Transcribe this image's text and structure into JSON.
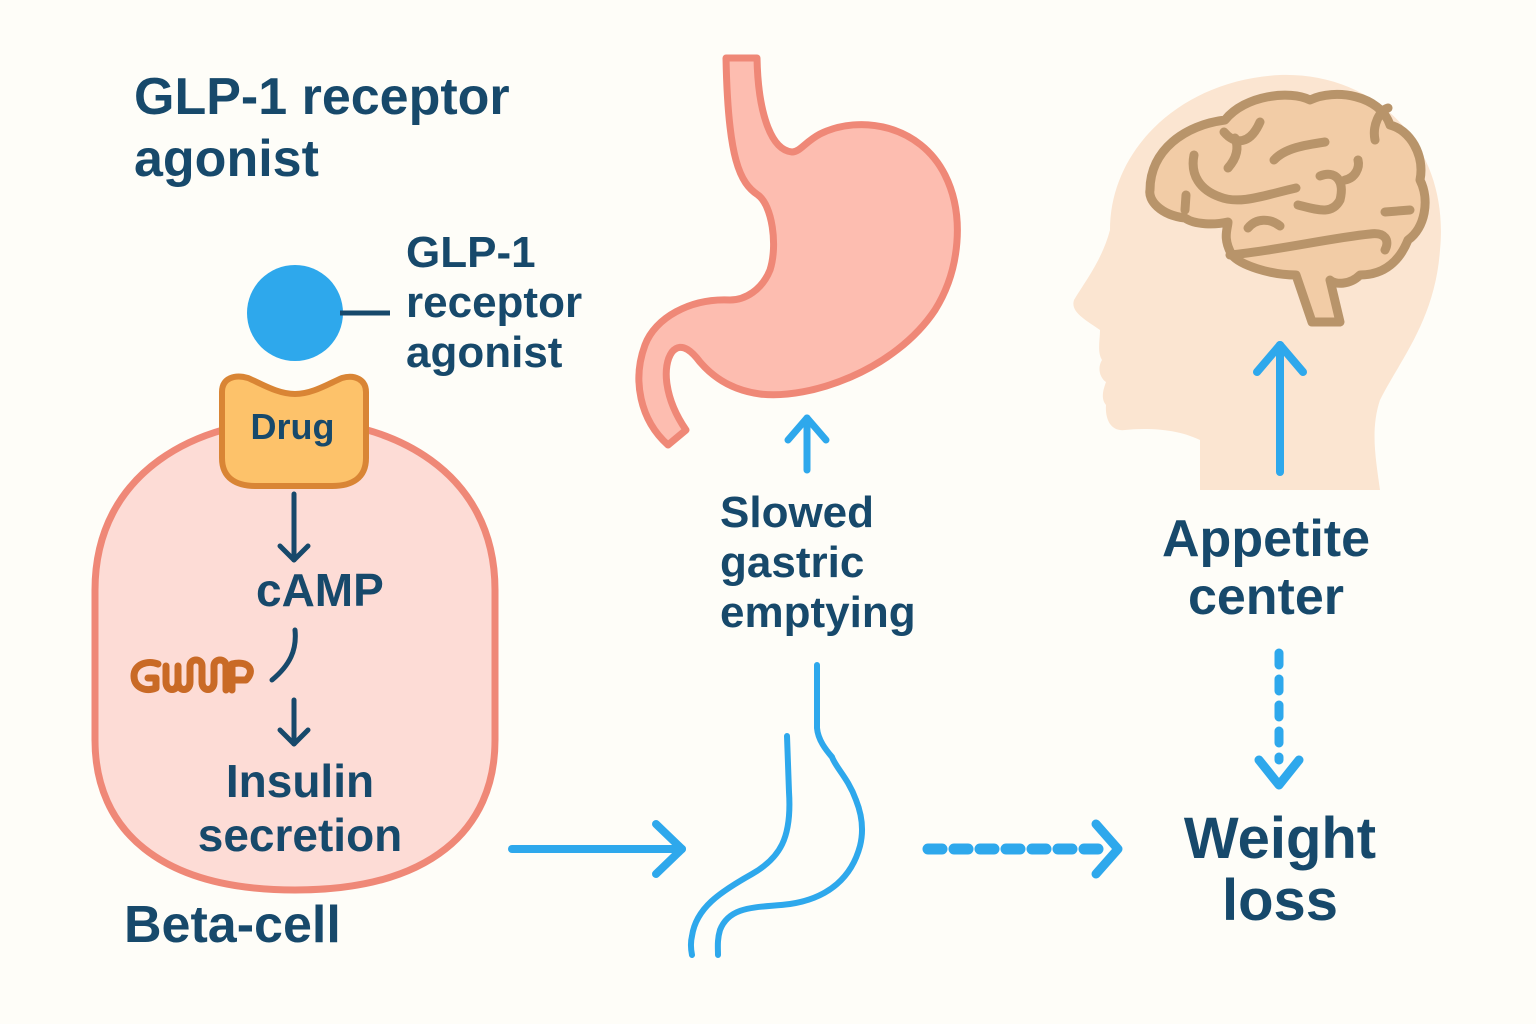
{
  "title": {
    "line1": "GLP-1 receptor",
    "line2": "agonist"
  },
  "beta_cell_panel": {
    "agonist_label": {
      "line1": "GLP-1",
      "line2": "receptor",
      "line3": "agonist"
    },
    "receptor_label": "Drug",
    "second_messenger": "cAMP",
    "protein_glyph_label": "GJMP",
    "outcome": {
      "line1": "Insulin",
      "line2": "secretion"
    },
    "caption": "Beta-cell"
  },
  "stomach_panel": {
    "effect": {
      "line1": "Slowed",
      "line2": "gastric",
      "line3": "emptying"
    }
  },
  "brain_panel": {
    "effect": {
      "line1": "Appetite",
      "line2": "center"
    }
  },
  "outcome": {
    "line1": "Weight",
    "line2": "loss"
  },
  "colors": {
    "background": "#fefdf8",
    "text": "#17496b",
    "accent_blue": "#2ea8ec",
    "cell_fill": "#fddcd6",
    "cell_stroke": "#ef8877",
    "drug_fill": "#fdc26a",
    "drug_stroke": "#d98535",
    "stomach_fill": "#fdbdb0",
    "head_fill": "#fbe5d1",
    "brain_fill": "#f2cca6",
    "brain_stroke": "#b8946a"
  }
}
